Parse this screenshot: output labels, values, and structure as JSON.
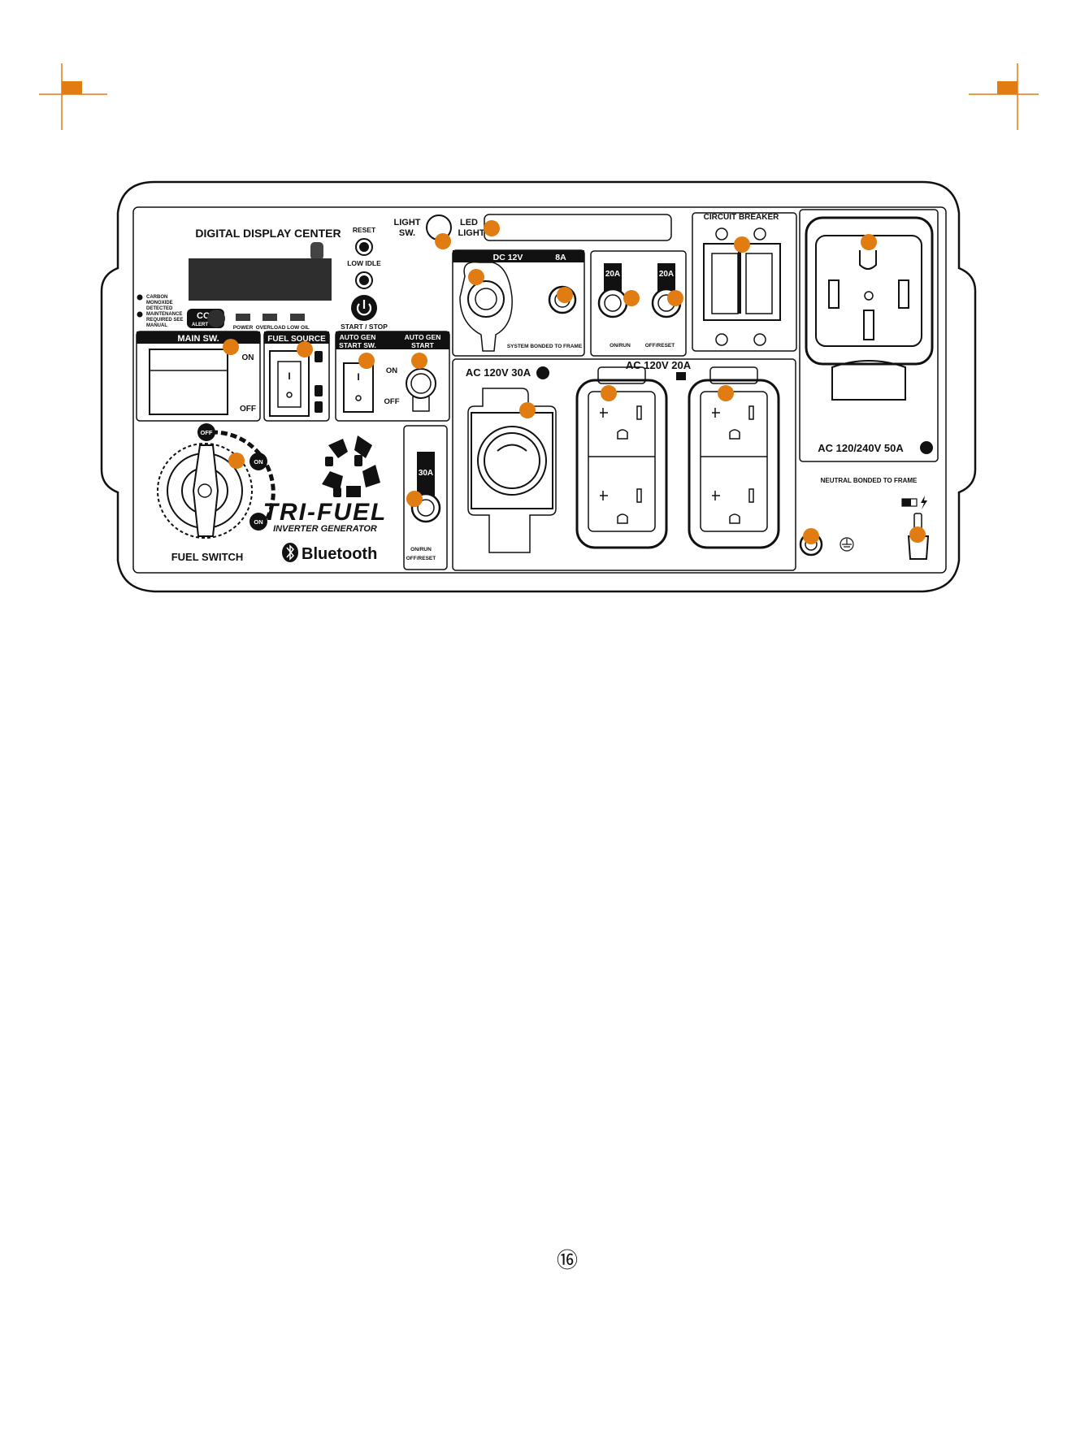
{
  "colors": {
    "accent": "#e07c12",
    "ink": "#111111",
    "panel": "#ffffff"
  },
  "panel": {
    "digital_display_center": "DIGITAL DISPLAY CENTER",
    "co_detected": [
      "CARBON",
      "MONOXIDE",
      "DETECTED"
    ],
    "maintenance": [
      "MAINTENANCE",
      "REQUIRED SEE",
      "MANUAL"
    ],
    "co_alert_top": "CO",
    "co_alert_bottom": "ALERT",
    "led_power": "POWER",
    "led_overload": "OVERLOAD",
    "led_low_oil": "LOW OIL",
    "reset": "RESET",
    "low_idle": "LOW IDLE",
    "start_stop": "START / STOP",
    "light_sw": [
      "LIGHT",
      "SW."
    ],
    "led_light": [
      "LED",
      "LIGHT"
    ],
    "dc_label": "DC 12V",
    "dc_amp": "8A",
    "system_bonded": "SYSTEM BONDED TO FRAME",
    "breaker_20a_1": "20A",
    "breaker_20a_2": "20A",
    "on_run": "ON/RUN",
    "off_reset": "OFF/RESET",
    "circuit_breaker": "CIRCUIT BREAKER",
    "ac_50a": "AC 120/240V 50A",
    "neutral_bonded": "NEUTRAL BONDED TO FRAME",
    "main_sw": "MAIN SW.",
    "on": "ON",
    "off": "OFF",
    "fuel_source": "FUEL SOURCE",
    "auto_gen_start_sw": [
      "AUTO GEN",
      "START SW."
    ],
    "auto_gen_start": [
      "AUTO GEN",
      "START"
    ],
    "ac_30a": "AC 120V 30A",
    "ac_20a": "AC 120V 20A",
    "breaker_30a": "30A",
    "fuel_switch": "FUEL SWITCH",
    "brand_logo": "TRI-FUEL",
    "brand_sub": "INVERTER GENERATOR",
    "bluetooth": "Bluetooth"
  },
  "page_number": "⑯"
}
